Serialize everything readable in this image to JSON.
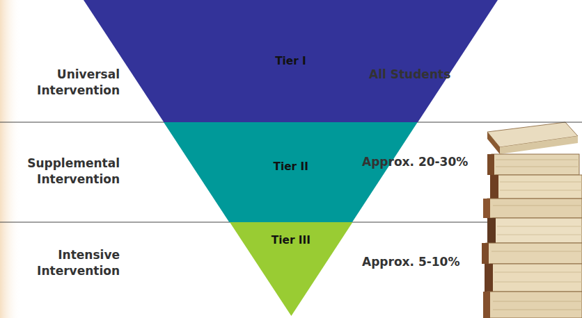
{
  "diagram": {
    "nodes": [
      {
        "text": [
          "Tier I"
        ]
      },
      {
        "text": [
          "Tier II"
        ]
      },
      {
        "text": [
          "Tier III"
        ]
      }
    ],
    "labels": [
      "Universal Intervention",
      "All Students",
      "Supplemental Intervention",
      "Approx. 20-30%",
      "Intensive Intervention",
      "Approx. 5-10%"
    ]
  }
}
